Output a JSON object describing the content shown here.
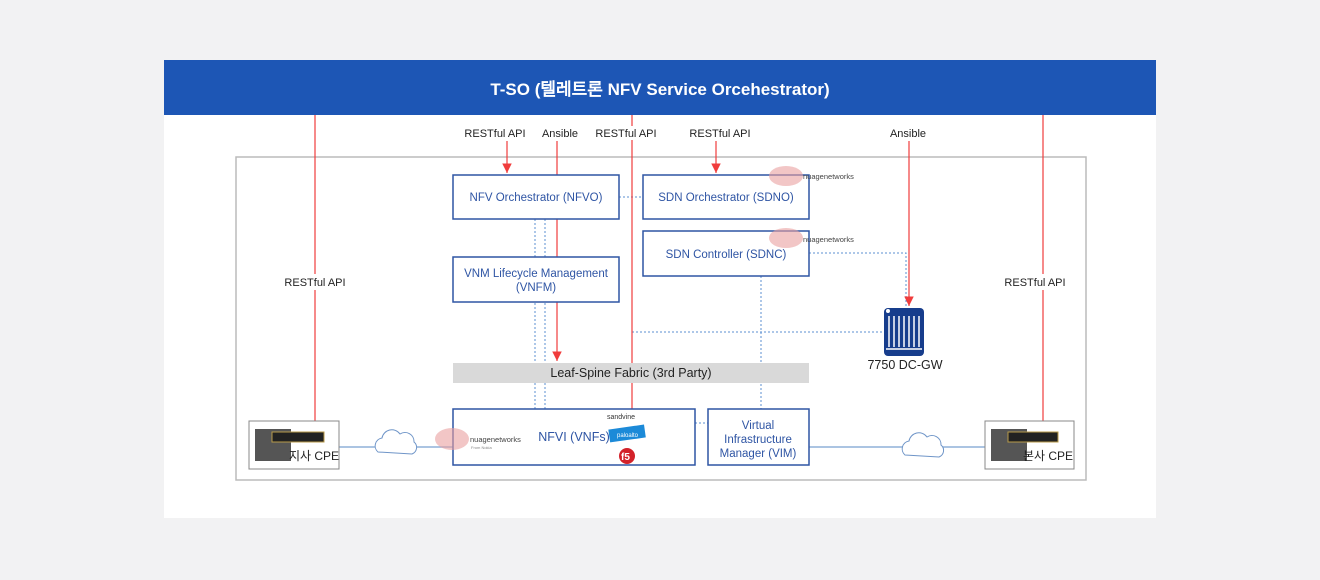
{
  "title": "T-SO (텔레트론 NFV Service Orcehestrator)",
  "labels": {
    "restful_left": "RESTful API",
    "restful_nfvo": "RESTful API",
    "ansible_fabric": "Ansible",
    "restful_nfvi": "RESTful API",
    "restful_sdno": "RESTful API",
    "ansible_gw": "Ansible",
    "restful_right": "RESTful API"
  },
  "boxes": {
    "nfvo": "NFV Orchestrator (NFVO)",
    "sdno": "SDN Orchestrator (SDNO)",
    "sdnc": "SDN Controller (SDNC)",
    "vnfm_1": "VNM Lifecycle Management",
    "vnfm_2": "(VNFM)",
    "fabric": "Leaf-Spine Fabric (3rd Party)",
    "nfvi": "NFVI (VNFs)",
    "vim_1": "Virtual",
    "vim_2": "Infrastructure",
    "vim_3": "Manager (VIM)",
    "gw": "7750 DC-GW",
    "branch_cpe": "지사 CPE",
    "hq_cpe": "본사 CPE"
  },
  "logos": {
    "nuage": "nuagenetworks",
    "nuage_sub": "From Nokia",
    "sandvine": "sandvine",
    "paloalto": "paloalto",
    "f5": "f5"
  },
  "colors": {
    "header": "#1d56b5",
    "box_border": "#2f55a4",
    "box_text": "#2f55a4",
    "arrow": "#f03c3c",
    "dotted": "#5b8fd0",
    "fabric": "#d9d9d9"
  }
}
